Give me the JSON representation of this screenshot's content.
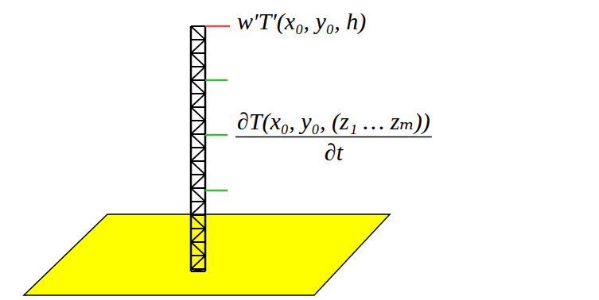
{
  "diagram": {
    "labels": [
      "w′T′(x₀, y₀, h)",
      "∂T(x₀, y₀, (z₁ … zₘ))",
      "∂t"
    ]
  }
}
